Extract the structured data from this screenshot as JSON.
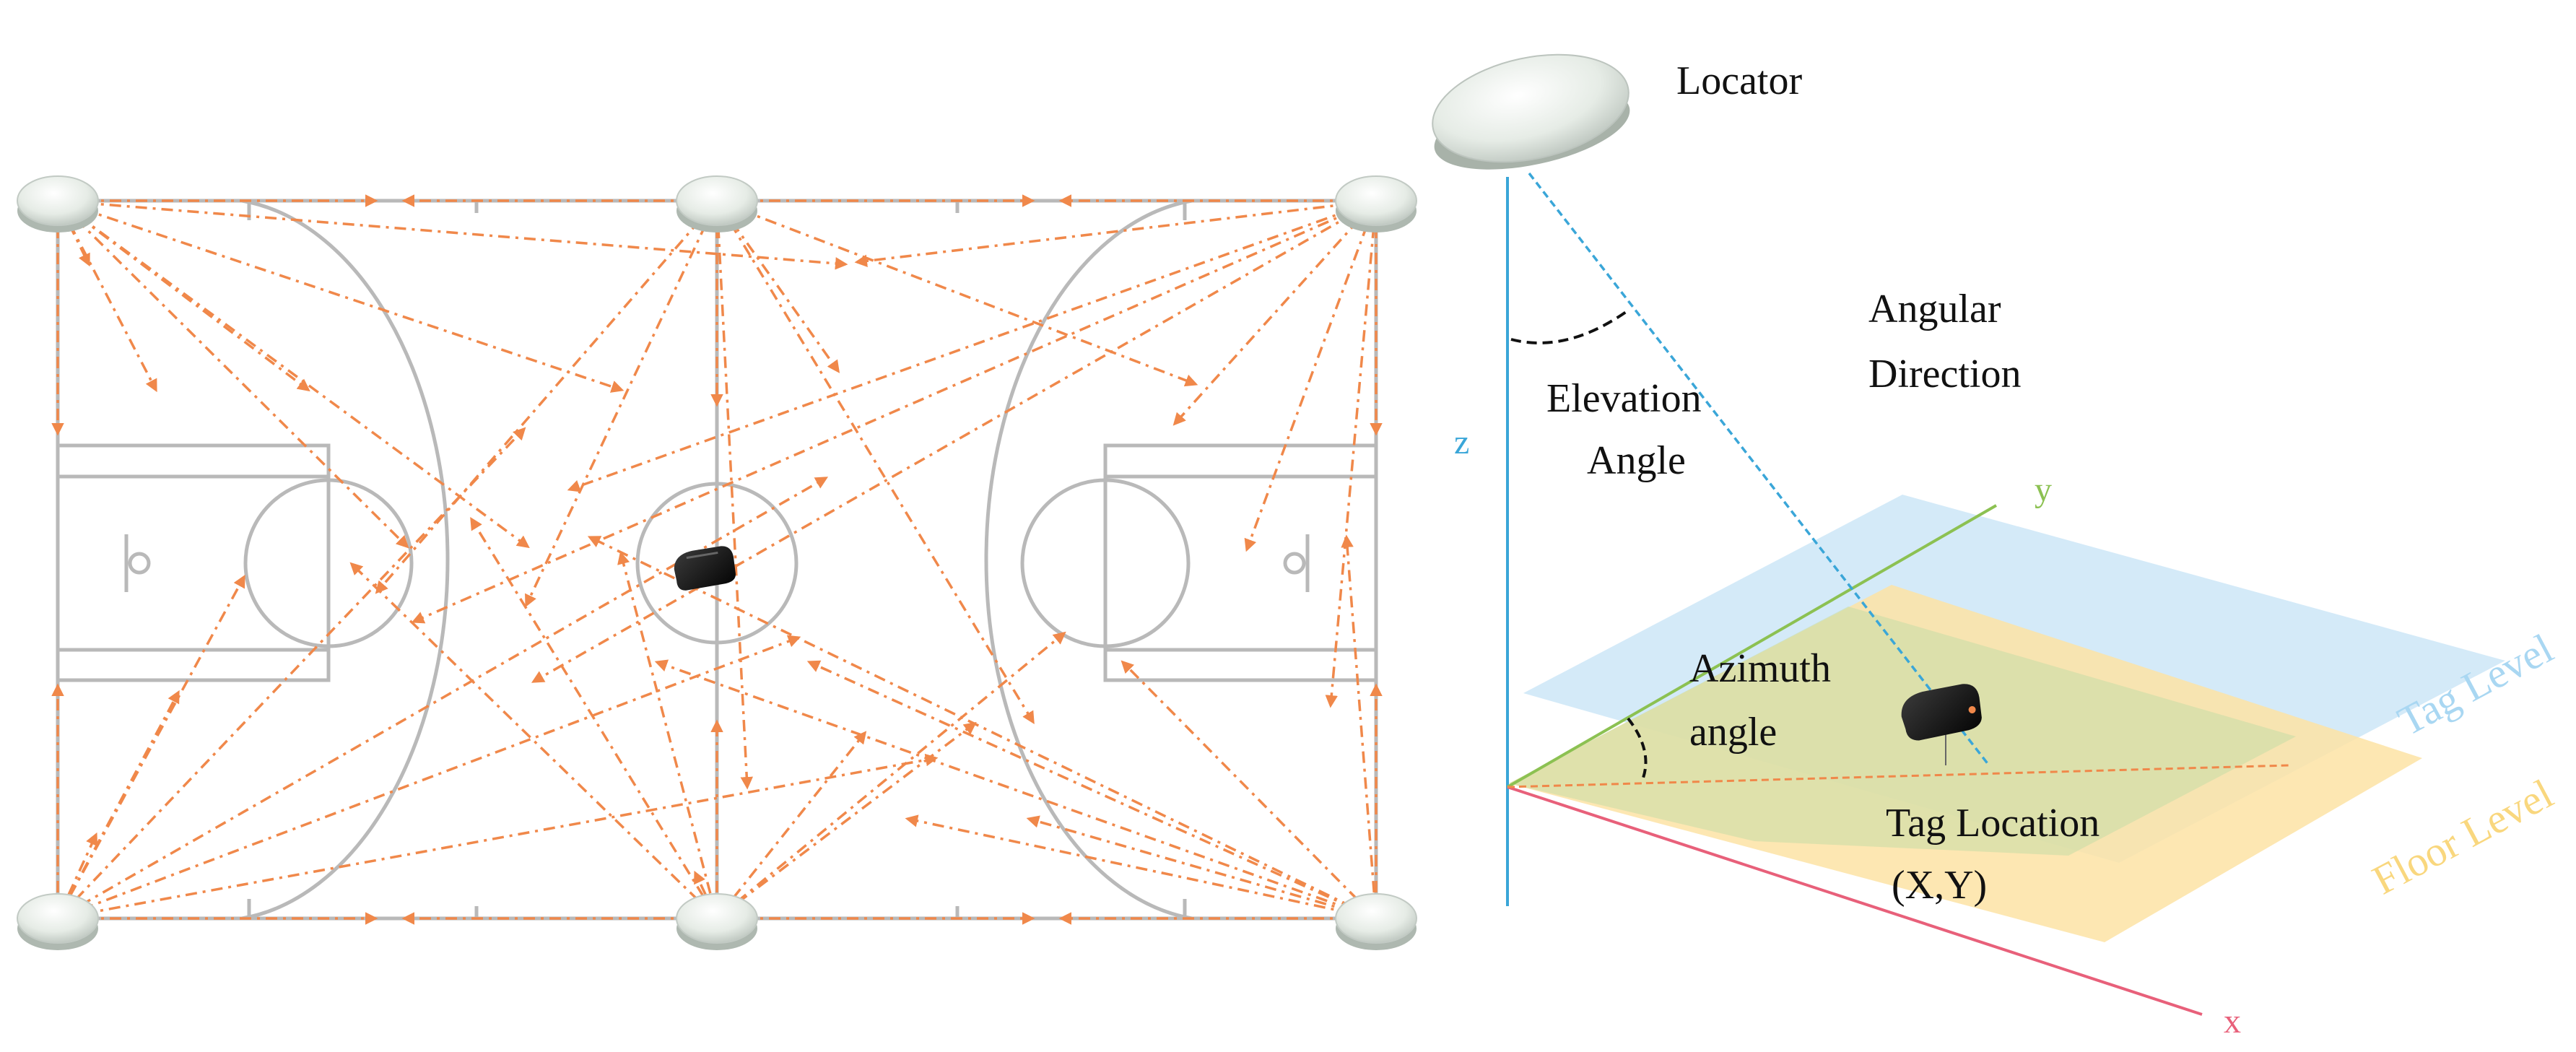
{
  "labels": {
    "locator": "Locator",
    "angular_direction_line1": "Angular",
    "angular_direction_line2": "Direction",
    "elevation_line1": "Elevation",
    "elevation_line2": "Angle",
    "azimuth_line1": "Azimuth",
    "azimuth_line2": "angle",
    "tag_location_line1": "Tag Location",
    "tag_location_line2": "(X,Y)",
    "tag_level": "Tag Level",
    "floor_level": "Floor Level",
    "axis_z": "z",
    "axis_y": "y",
    "axis_x": "x"
  },
  "colors": {
    "court_lines": "#b9b9b9",
    "arrows": "#f0884a",
    "axis_z": "#3aa6d8",
    "axis_y": "#8cc152",
    "axis_x": "#e8607a",
    "tag_plane": "#cfe8f7",
    "floor_plane": "#fde3a4",
    "tag_level_text": "#a9d7f2",
    "floor_level_text": "#f9d77e",
    "text": "#111111"
  }
}
